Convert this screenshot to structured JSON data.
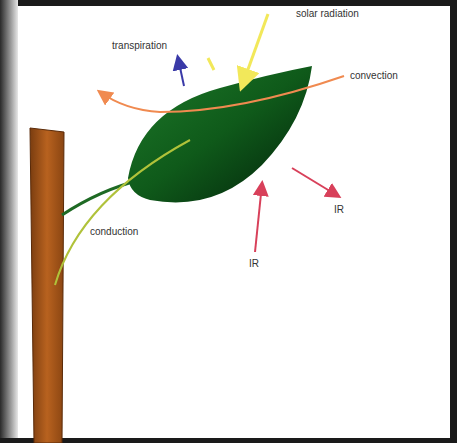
{
  "diagram": {
    "labels": [
      "solar radiation",
      "transpiration",
      "convection",
      "conduction",
      "IR",
      "IR"
    ]
  }
}
